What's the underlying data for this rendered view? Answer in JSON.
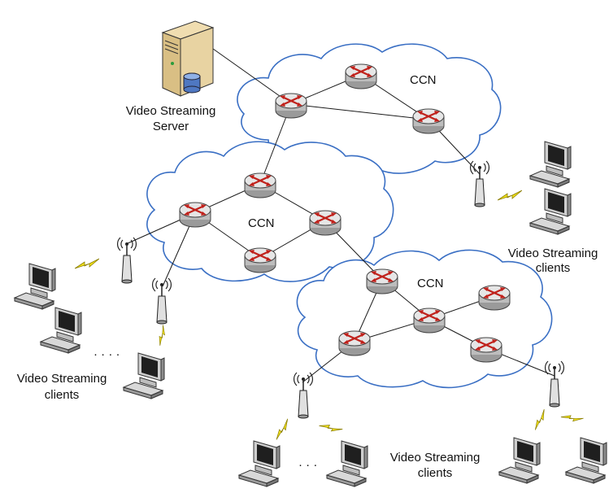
{
  "diagram": {
    "server_label": [
      "Video Streaming",
      "Server"
    ],
    "clouds": [
      {
        "label": "CCN"
      },
      {
        "label": "CCN"
      },
      {
        "label": "CCN"
      }
    ],
    "client_groups": [
      {
        "label": [
          "Video Streaming",
          "clients"
        ]
      },
      {
        "label": [
          "Video Streaming",
          "clients"
        ]
      },
      {
        "label": [
          "Video Streaming",
          "clients"
        ]
      }
    ],
    "ellipsis": "· · · ·",
    "ellipsis_bottom": "· · ·",
    "colors": {
      "cloud_stroke": "#3a6fc4",
      "router_body": "#d9d9d9",
      "router_arrow": "#c0211b",
      "lightning": "#f2e21b"
    },
    "icons": [
      "server-icon",
      "router-icon",
      "wireless-access-point-icon",
      "desktop-computer-icon",
      "wireless-link-icon"
    ]
  }
}
